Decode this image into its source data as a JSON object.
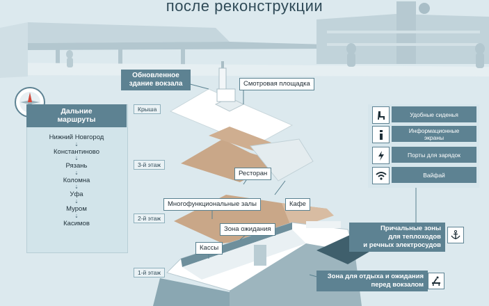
{
  "title": "после реконструкции",
  "routes": {
    "heading_line1": "Дальние",
    "heading_line2": "маршруты",
    "cities": [
      "Нижний Новгород",
      "Константиново",
      "Рязань",
      "Коломна",
      "Уфа",
      "Муром",
      "Касимов"
    ],
    "arrow_glyph": "⇣"
  },
  "callouts": {
    "station_line1": "Обновленное",
    "station_line2": "здание вокзала",
    "observation": "Смотровая площадка",
    "restaurant": "Ресторан",
    "halls": "Многофункциональные залы",
    "cafe": "Кафе",
    "waiting": "Зона ожидания",
    "tickets": "Кассы",
    "piers_line1": "Причальные зоны",
    "piers_line2": "для теплоходов",
    "piers_line3": "и речных электросудов",
    "rest_line1": "Зона для отдыха и ожидания",
    "rest_line2": "перед вокзалом"
  },
  "floors": {
    "roof": "Крыша",
    "f3": "3-й этаж",
    "f2": "2-й этаж",
    "f1": "1-й этаж"
  },
  "amenities": [
    {
      "icon": "seat-icon",
      "label_line1": "Удобные сиденья",
      "label_line2": ""
    },
    {
      "icon": "info-icon",
      "label_line1": "Информационные",
      "label_line2": "экраны"
    },
    {
      "icon": "charging-icon",
      "label_line1": "Порты для зарядок",
      "label_line2": ""
    },
    {
      "icon": "wifi-icon",
      "label_line1": "Вайфай",
      "label_line2": ""
    }
  ],
  "colors": {
    "background": "#dce9ee",
    "accent": "#5d8292",
    "floor_fill": "#c9a788",
    "text_dark": "#1e2f38"
  }
}
